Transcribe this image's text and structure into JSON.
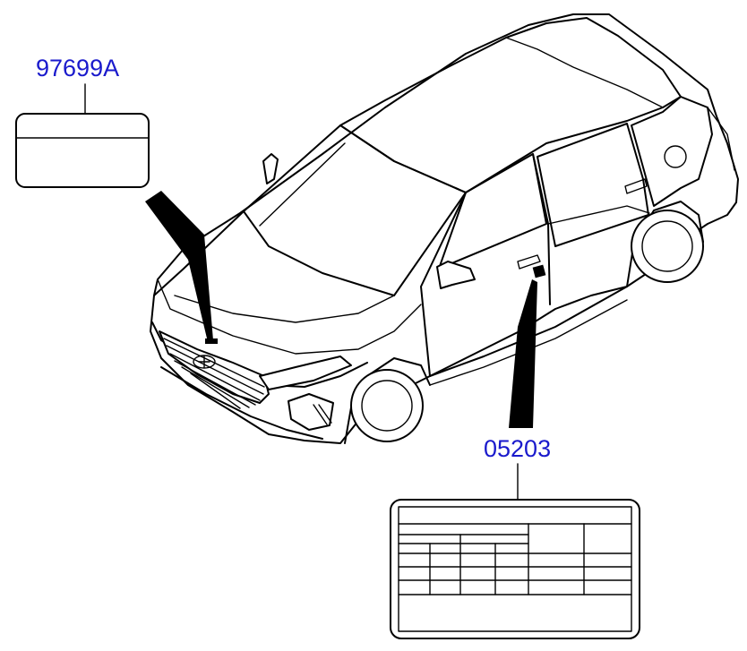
{
  "labels": [
    {
      "id": "hood-label",
      "part_number": "97699A",
      "color": "#1a1acc"
    },
    {
      "id": "door-label",
      "part_number": "05203",
      "color": "#1a1acc"
    }
  ],
  "icons": [
    "car-outline",
    "hood-label-tag-icon",
    "tire-pressure-placard-icon",
    "leader-arrow"
  ]
}
